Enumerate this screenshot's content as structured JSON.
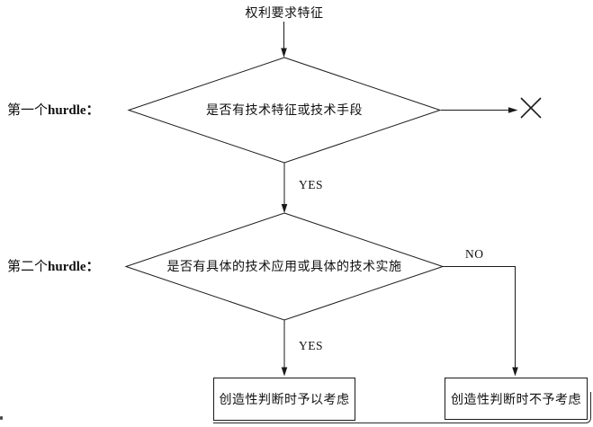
{
  "page": {
    "background": "#ffffff",
    "line_color": "#1a1a1a",
    "text_color": "#111111"
  },
  "icons": {
    "reject": "x-mark"
  },
  "flowchart": {
    "start_label": "权利要求特征",
    "hurdle1": {
      "prefix": "第一个",
      "term": "hurdle："
    },
    "hurdle2": {
      "prefix": "第二个",
      "term": "hurdle："
    },
    "decision1": "是否有技术特征或技术手段",
    "decision2": "是否有具体的技术应用或具体的技术实施",
    "edges": {
      "decision1_yes": "YES",
      "decision2_yes": "YES",
      "decision2_no": "NO"
    },
    "outcome_yes": "创造性判断时予以考虑",
    "outcome_no": "创造性判断时不予考虑"
  }
}
